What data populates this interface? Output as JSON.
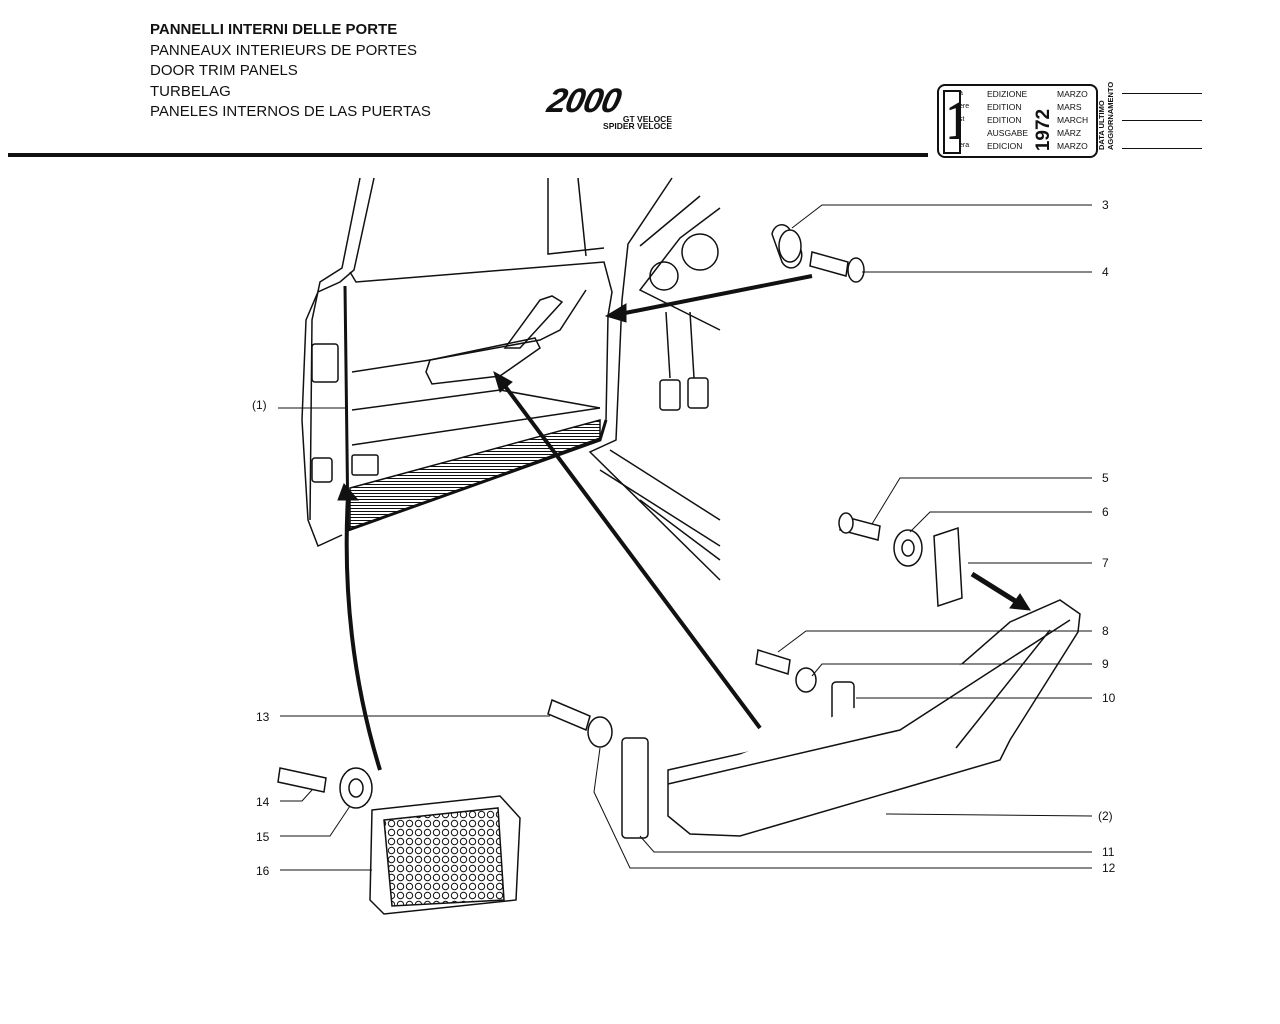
{
  "titles": [
    "PANNELLI INTERNI DELLE PORTE",
    "PANNEAUX INTERIEURS DE PORTES",
    "DOOR TRIM PANELS",
    "TURBELAG",
    "PANELES INTERNOS DE LAS PUERTAS"
  ],
  "logo": {
    "model": "2000",
    "line1": "GT VELOCE",
    "line2": "SPIDER VELOCE"
  },
  "edition": {
    "number": "1",
    "suffixes": [
      "a",
      "ere",
      "st",
      ".",
      "era"
    ],
    "words": [
      "EDIZIONE",
      "EDITION",
      "EDITION",
      "AUSGABE",
      "EDICION"
    ],
    "months": [
      "MARZO",
      "MARS",
      "MARCH",
      "MÄRZ",
      "MARZO"
    ],
    "year": "1972"
  },
  "update_label": [
    "DATA ULTIMO",
    "AGGIORNAMENTO"
  ],
  "callouts": {
    "c3": "3",
    "c4": "4",
    "c5": "5",
    "c6": "6",
    "c7": "7",
    "c8": "8",
    "c9": "9",
    "c10": "10",
    "c11": "11",
    "c12": "12",
    "c13": "13",
    "c14": "14",
    "c15": "15",
    "c16": "16",
    "p1": "(1)",
    "p2": "(2)"
  }
}
